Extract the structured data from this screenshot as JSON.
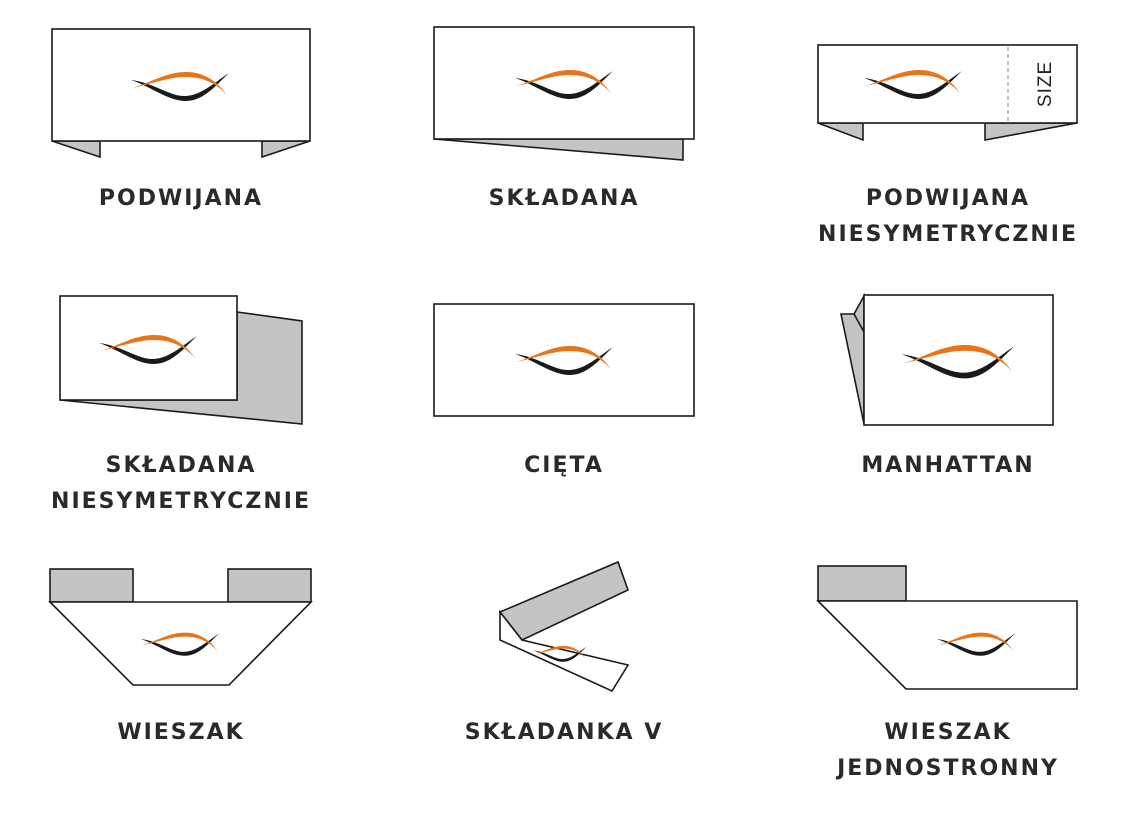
{
  "colors": {
    "panel_fill": "#ffffff",
    "fold_fill": "#c4c4c4",
    "outline": "#1a1a1a",
    "logo_orange": "#e8751a",
    "logo_black": "#1a1a1a",
    "label_text": "#2a2a2a"
  },
  "icons": {
    "logo": "wave-logo-icon"
  },
  "items": [
    {
      "id": "podwijana",
      "lines": [
        "PODWIJANA"
      ]
    },
    {
      "id": "skladana",
      "lines": [
        "SKŁADANA"
      ]
    },
    {
      "id": "podwijana-niesymetrycznie",
      "lines": [
        "PODWIJANA",
        "NIESYMETRYCZNIE"
      ],
      "tag": "SIZE"
    },
    {
      "id": "skladana-niesymetrycznie",
      "lines": [
        "SKŁADANA",
        "NIESYMETRYCZNIE"
      ]
    },
    {
      "id": "cieta",
      "lines": [
        "CIĘTA"
      ]
    },
    {
      "id": "manhattan",
      "lines": [
        "MANHATTAN"
      ]
    },
    {
      "id": "wieszak",
      "lines": [
        "WIESZAK"
      ]
    },
    {
      "id": "skladanka-v",
      "lines": [
        "SKŁADANKA V"
      ]
    },
    {
      "id": "wieszak-jednostronny",
      "lines": [
        "WIESZAK",
        "JEDNOSTRONNY"
      ]
    }
  ]
}
